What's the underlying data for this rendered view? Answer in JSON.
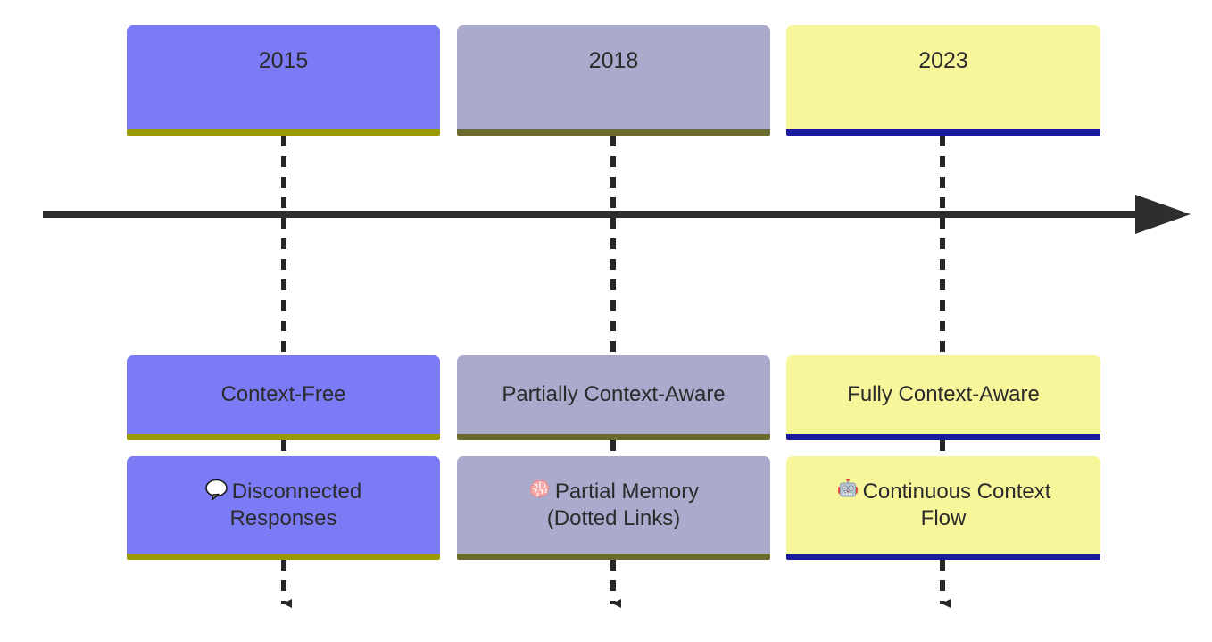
{
  "diagram": {
    "type": "timeline",
    "title": "",
    "axis": {
      "name": "time-axis",
      "direction": "left-to-right",
      "color": "#2e2e2e",
      "arrowhead": "right"
    },
    "connector": {
      "style": "dashed",
      "color": "#262626",
      "arrowhead": "down"
    },
    "columns": [
      {
        "id": "col-2015",
        "era_label": "2015",
        "state_label": "Context-Free",
        "detail_icon": "speech-balloon-icon",
        "detail_label": "Disconnected\nResponses",
        "fill": "#7b7bf5",
        "accent": "#9a9a00"
      },
      {
        "id": "col-2018",
        "era_label": "2018",
        "state_label": "Partially Context-Aware",
        "detail_icon": "brain-icon",
        "detail_label": "Partial Memory\n(Dotted Links)",
        "fill": "#aaaacd",
        "accent": "#6b6b2e"
      },
      {
        "id": "col-2023",
        "era_label": "2023",
        "state_label": "Fully Context-Aware",
        "detail_icon": "robot-icon",
        "detail_label": "Continuous Context\nFlow",
        "fill": "#f8f69b",
        "accent": "#1a1a9c"
      }
    ]
  }
}
